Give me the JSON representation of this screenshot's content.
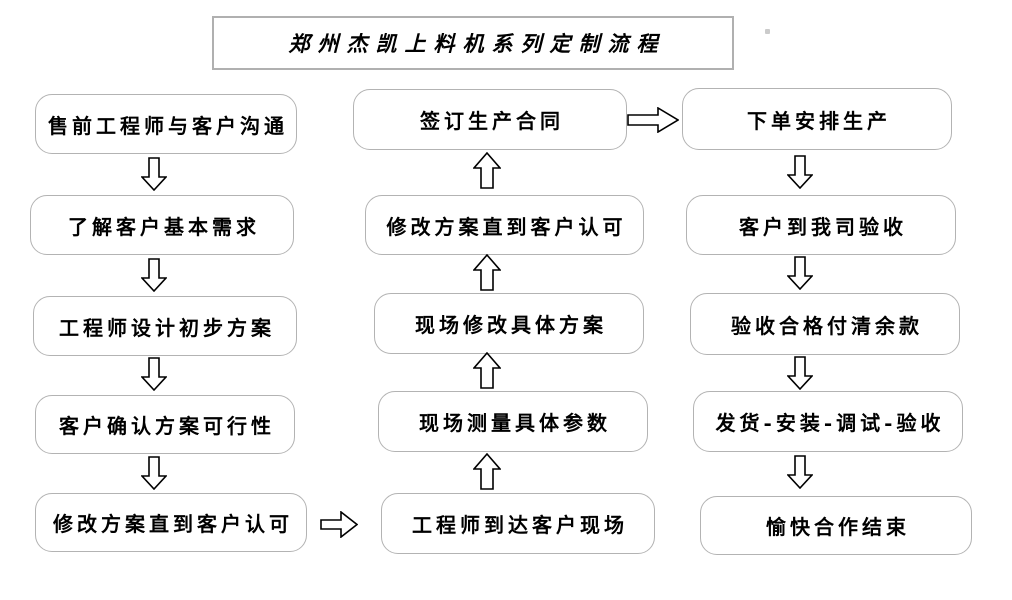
{
  "title": "郑州杰凯上料机系列定制流程",
  "colors": {
    "background": "#ffffff",
    "box_border": "#b3b3b3",
    "title_border": "#b0b0b0",
    "arrow_outline": "#000000",
    "text": "#000000"
  },
  "flow": {
    "left_column": [
      {
        "label": "售前工程师与客户沟通"
      },
      {
        "label": "了解客户基本需求"
      },
      {
        "label": "工程师设计初步方案"
      },
      {
        "label": "客户确认方案可行性"
      },
      {
        "label": "修改方案直到客户认可"
      }
    ],
    "middle_column": [
      {
        "label": "签订生产合同"
      },
      {
        "label": "修改方案直到客户认可"
      },
      {
        "label": "现场修改具体方案"
      },
      {
        "label": "现场测量具体参数"
      },
      {
        "label": "工程师到达客户现场"
      }
    ],
    "right_column": [
      {
        "label": "下单安排生产"
      },
      {
        "label": "客户到我司验收"
      },
      {
        "label": "验收合格付清余款"
      },
      {
        "label": "发货-安装-调试-验收"
      },
      {
        "label": "愉快合作结束"
      }
    ]
  }
}
